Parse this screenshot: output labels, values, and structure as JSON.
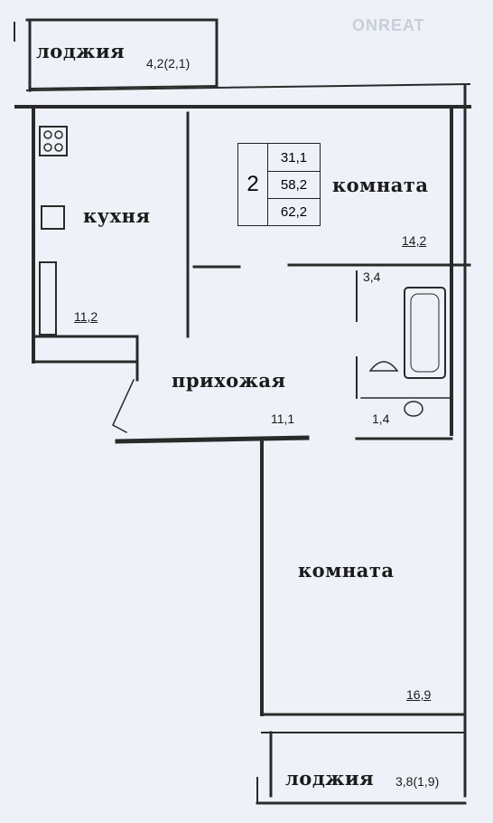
{
  "watermark": "ONREAT",
  "summary": {
    "rooms": "2",
    "living": "31,1",
    "total": "58,2",
    "total_with_loggia": "62,2"
  },
  "rooms": {
    "loggia_top": {
      "name": "лоджия",
      "area": "4,2(2,1)"
    },
    "kitchen": {
      "name": "кухня",
      "area": "11,2"
    },
    "room1": {
      "name": "комната",
      "area": "14,2"
    },
    "hall": {
      "name": "прихожая",
      "area": "11,1"
    },
    "bathroom": {
      "area": "3,4"
    },
    "toilet": {
      "area": "1,4"
    },
    "room2": {
      "name": "комната",
      "area": "16,9"
    },
    "loggia_bottom": {
      "name": "лоджия",
      "area": "3,8(1,9)"
    }
  },
  "colors": {
    "wall": "#2a2a2a",
    "background": "#eef2f8"
  }
}
